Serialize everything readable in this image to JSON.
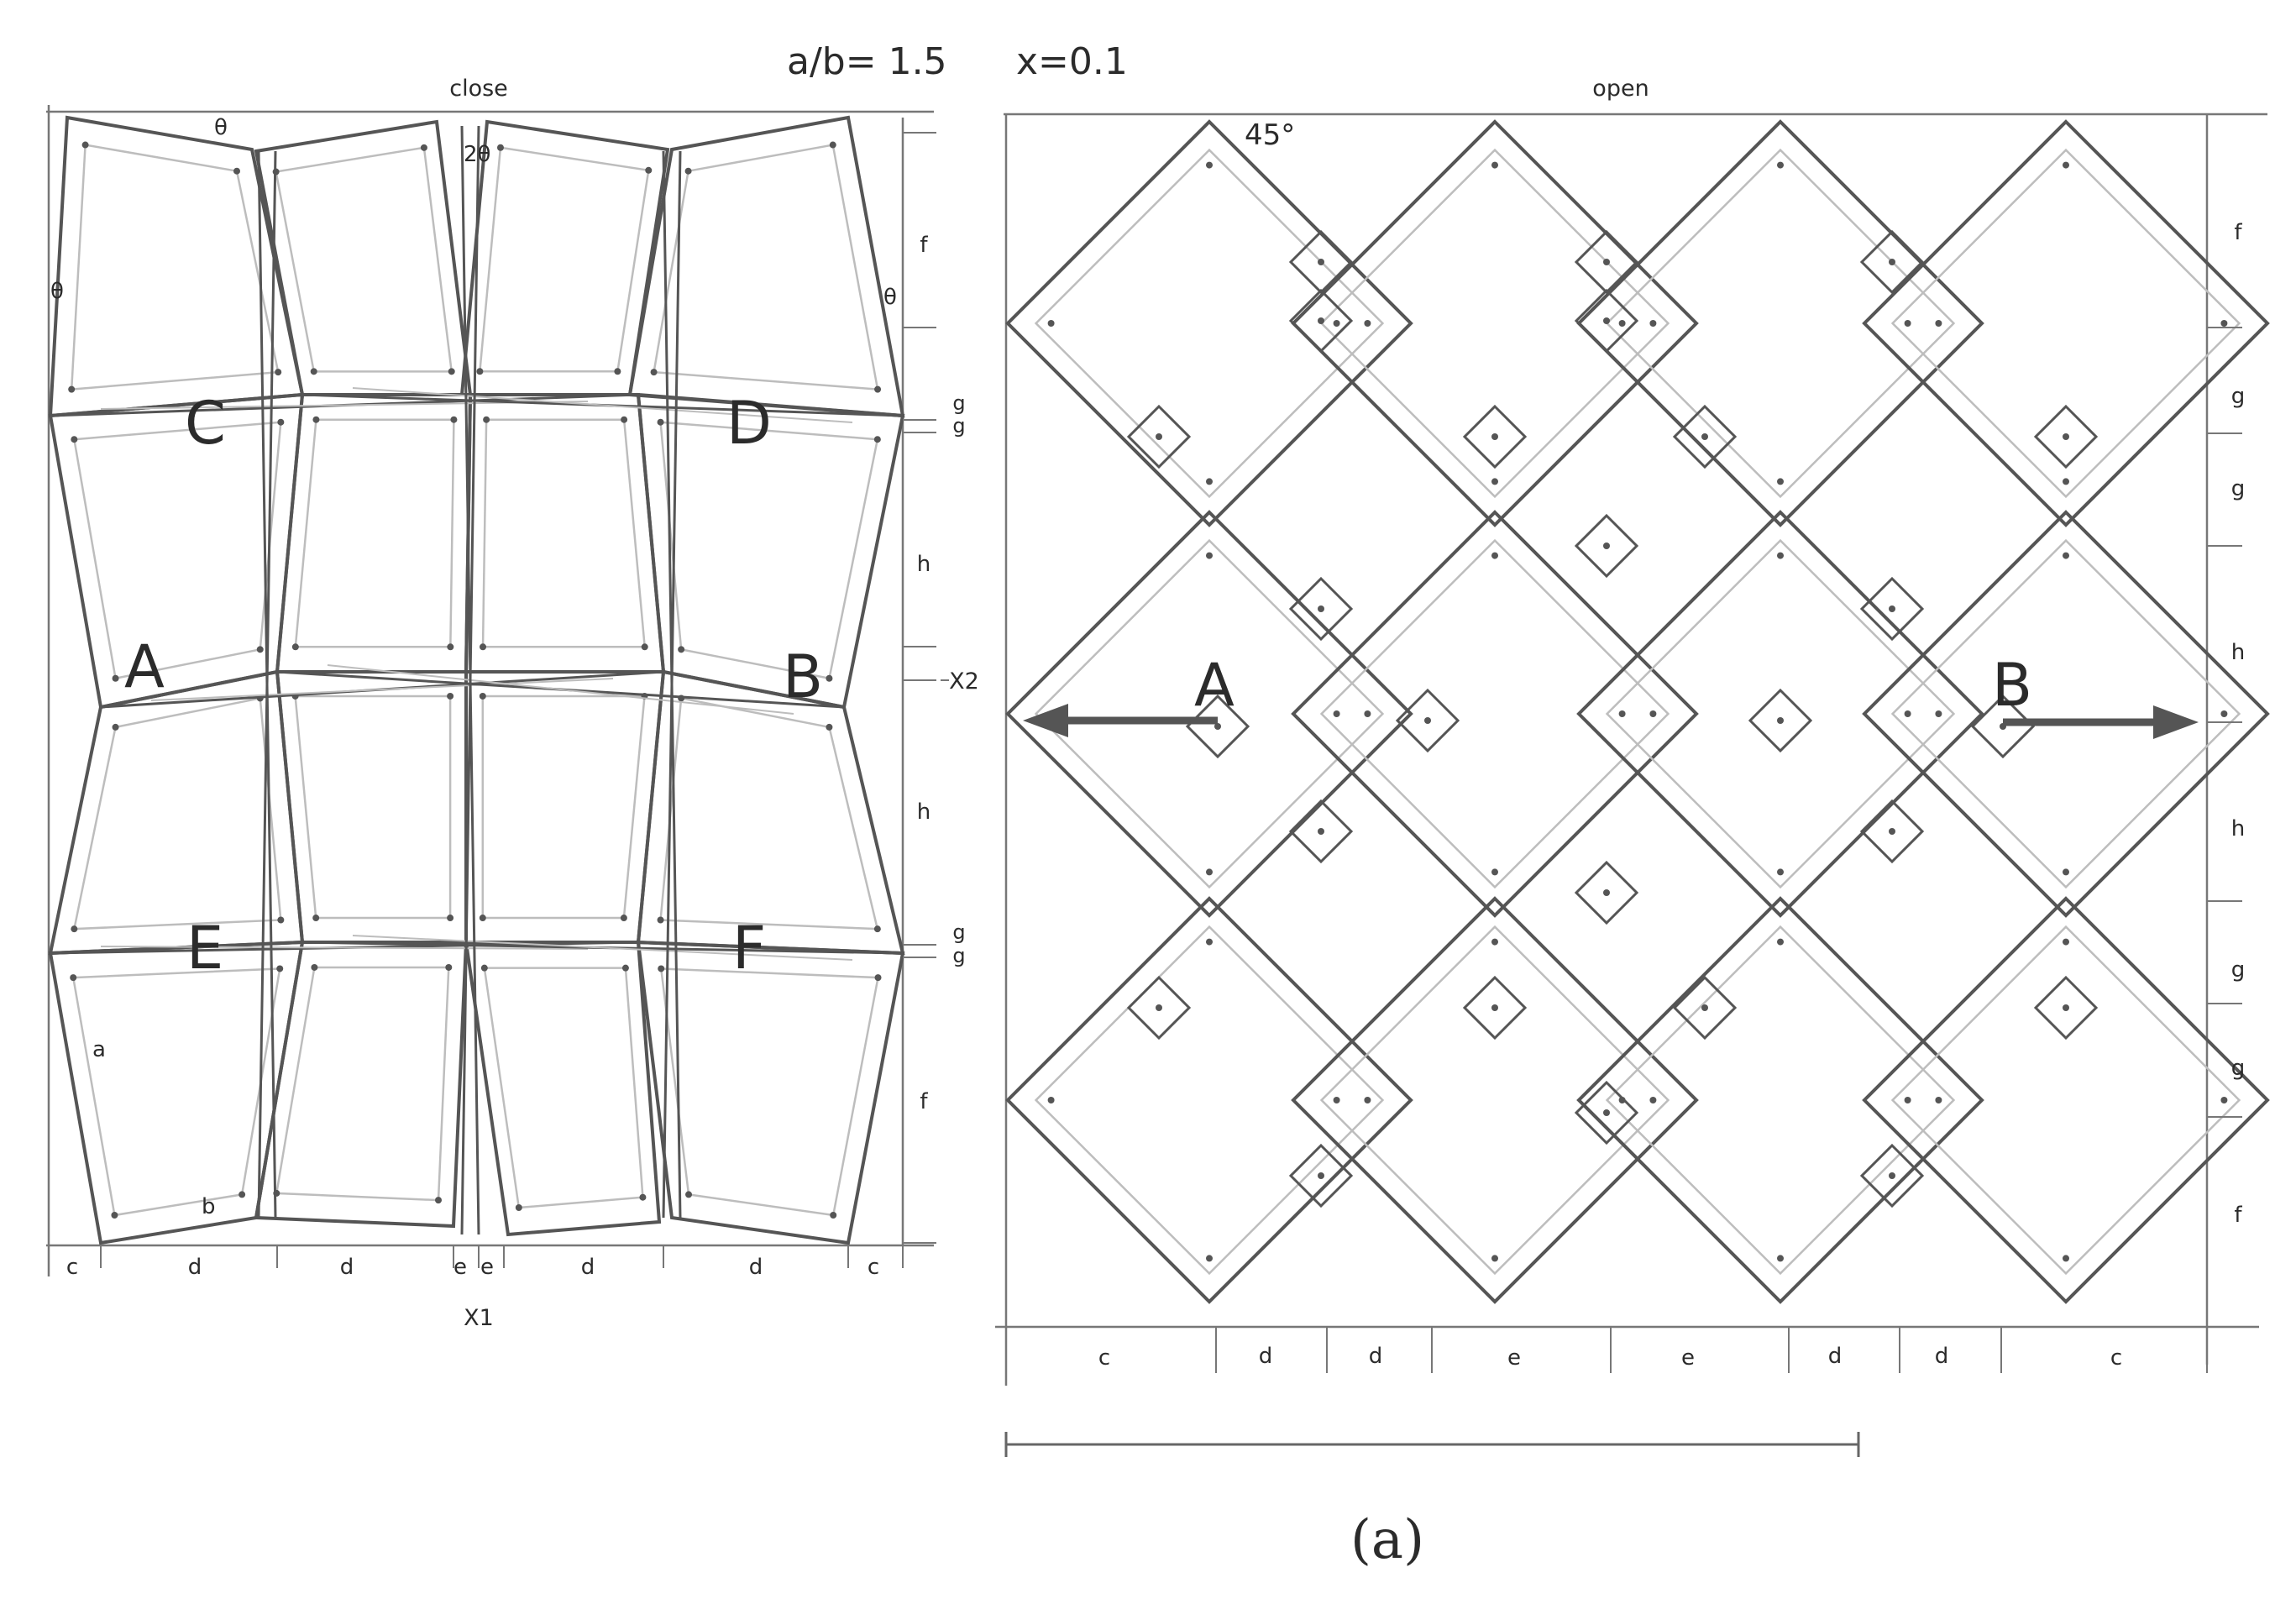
{
  "header": {
    "ratio": "a/b= 1.5",
    "x_value": "x=0.1"
  },
  "caption": "(a)",
  "left_panel": {
    "title": "close",
    "angles": [
      "θ",
      "2θ",
      "θ",
      "θ"
    ],
    "dims_top_right": [
      "f",
      "g",
      "g",
      "h",
      "X2",
      "h",
      "g",
      "g",
      "f"
    ],
    "dims_bottom": [
      "c",
      "d",
      "d",
      "e",
      "e",
      "d",
      "d",
      "c"
    ],
    "axis_label": "X1",
    "member_labels": [
      "a",
      "b"
    ],
    "joints": [
      "C",
      "D",
      "A",
      "B",
      "E",
      "F"
    ]
  },
  "right_panel": {
    "title": "open",
    "angle": "45°",
    "dims_right": [
      "f",
      "g",
      "g",
      "h",
      "h",
      "g",
      "g",
      "f"
    ],
    "dims_bottom": [
      "c",
      "d",
      "d",
      "e",
      "e",
      "d",
      "d",
      "c"
    ],
    "joints": [
      "A",
      "B"
    ]
  },
  "colors": {
    "line_dark": "#555555",
    "line_light": "#bdbdbd",
    "text": "#2b2b2b",
    "dim": "#777777"
  }
}
